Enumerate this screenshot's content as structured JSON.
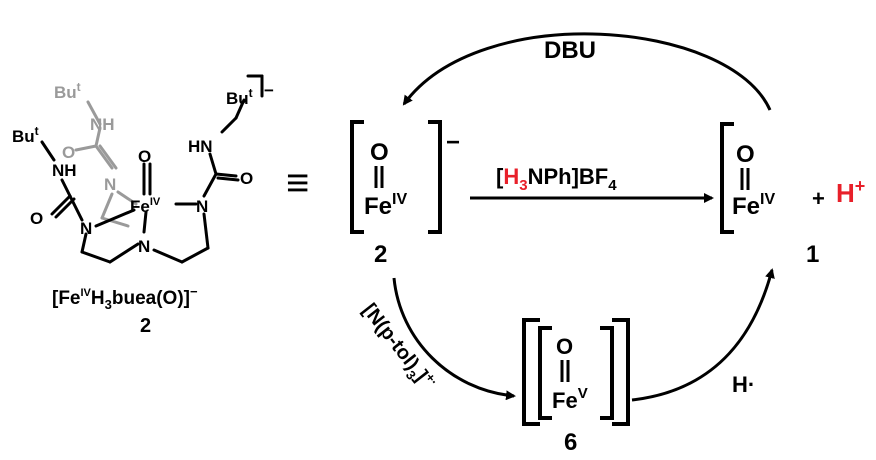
{
  "colors": {
    "ink": "#000000",
    "grey": "#9a9a9a",
    "proton_red": "#e8202a"
  },
  "structure": {
    "tBu": "Bu",
    "t": "t",
    "NH": "NH",
    "HN": "HN",
    "O": "O",
    "N": "N",
    "Fe": "Fe",
    "IV": "IV",
    "charge": "]−",
    "caption": "[FeᴵⱽH₃buea(O)]⁻",
    "caption_parts": {
      "open": "[Fe",
      "ox": "IV",
      "mid": "H",
      "sub3": "3",
      "rest": "buea(O)]",
      "charge": "−"
    },
    "number": "2"
  },
  "equiv": "≡",
  "species": {
    "s2": {
      "O": "O",
      "Fe": "Fe",
      "ox": "IV",
      "charge": "−",
      "number": "2"
    },
    "s1": {
      "O": "O",
      "Fe": "Fe",
      "ox": "IV",
      "number": "1"
    },
    "s6": {
      "O": "O",
      "Fe": "Fe",
      "ox": "V",
      "number": "6"
    }
  },
  "reagents": {
    "dbu": "DBU",
    "anilinium": {
      "open": "[",
      "H": "H",
      "sub3": "3",
      "rest": "NPh]BF",
      "sub4": "4"
    },
    "plus": "+",
    "proton": {
      "H": "H",
      "charge": "+"
    },
    "aminium": {
      "text": "[N(p-tol)",
      "sub": "3",
      "close": "]",
      "charge": "+·"
    },
    "hatom": "H·"
  }
}
